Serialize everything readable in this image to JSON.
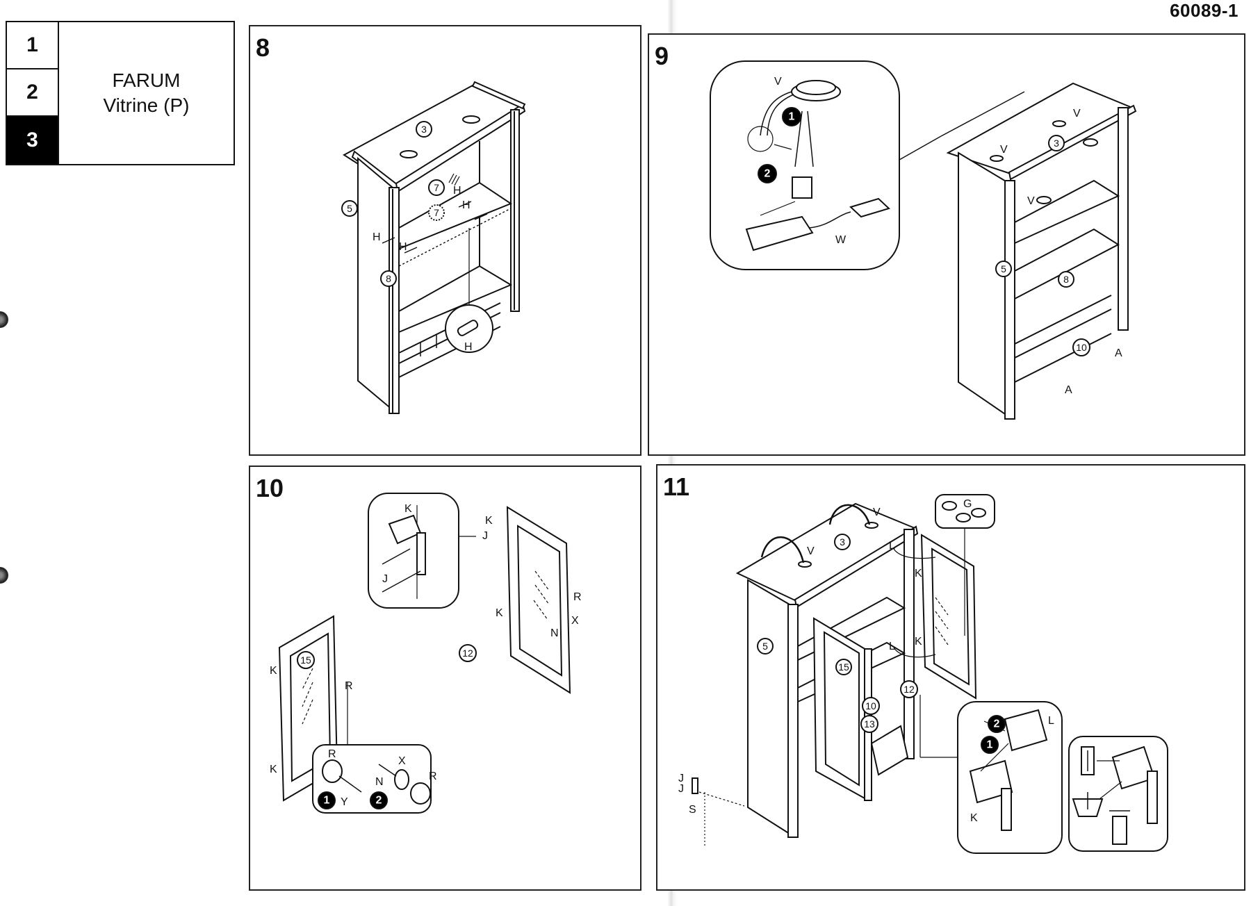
{
  "document": {
    "code": "60089-1",
    "product_name": "FARUM",
    "product_variant": "Vitrine (P)",
    "pages": [
      {
        "label": "1",
        "active": false
      },
      {
        "label": "2",
        "active": false
      },
      {
        "label": "3",
        "active": true
      }
    ]
  },
  "steps": [
    {
      "number": "8",
      "parts": [
        "3",
        "5",
        "7",
        "7",
        "8"
      ],
      "hardware": [
        "H",
        "H",
        "H",
        "H",
        "H"
      ],
      "callout": {
        "label": "H"
      }
    },
    {
      "number": "9",
      "parts": [
        "3",
        "5",
        "8",
        "10"
      ],
      "hardware": [
        "V",
        "V",
        "V",
        "A",
        "A"
      ],
      "callout": {
        "labels": [
          "V",
          "W"
        ],
        "substeps": [
          "1",
          "2"
        ]
      }
    },
    {
      "number": "10",
      "parts": [
        "12",
        "15"
      ],
      "hardware": [
        "K",
        "J",
        "K",
        "R",
        "X",
        "N",
        "K",
        "K",
        "R"
      ],
      "callout_hinge": {
        "labels": [
          "K",
          "J"
        ]
      },
      "callout_knob": {
        "labels": [
          "R",
          "Y",
          "N",
          "X",
          "R"
        ],
        "substeps": [
          "1",
          "2"
        ]
      }
    },
    {
      "number": "11",
      "parts": [
        "3",
        "5",
        "10",
        "12",
        "13",
        "15"
      ],
      "hardware": [
        "V",
        "V",
        "L",
        "K",
        "L",
        "K",
        "J",
        "J",
        "S",
        "G"
      ],
      "callout_hinge": {
        "labels": [
          "L",
          "K"
        ],
        "substeps": [
          "1",
          "2"
        ]
      }
    }
  ]
}
